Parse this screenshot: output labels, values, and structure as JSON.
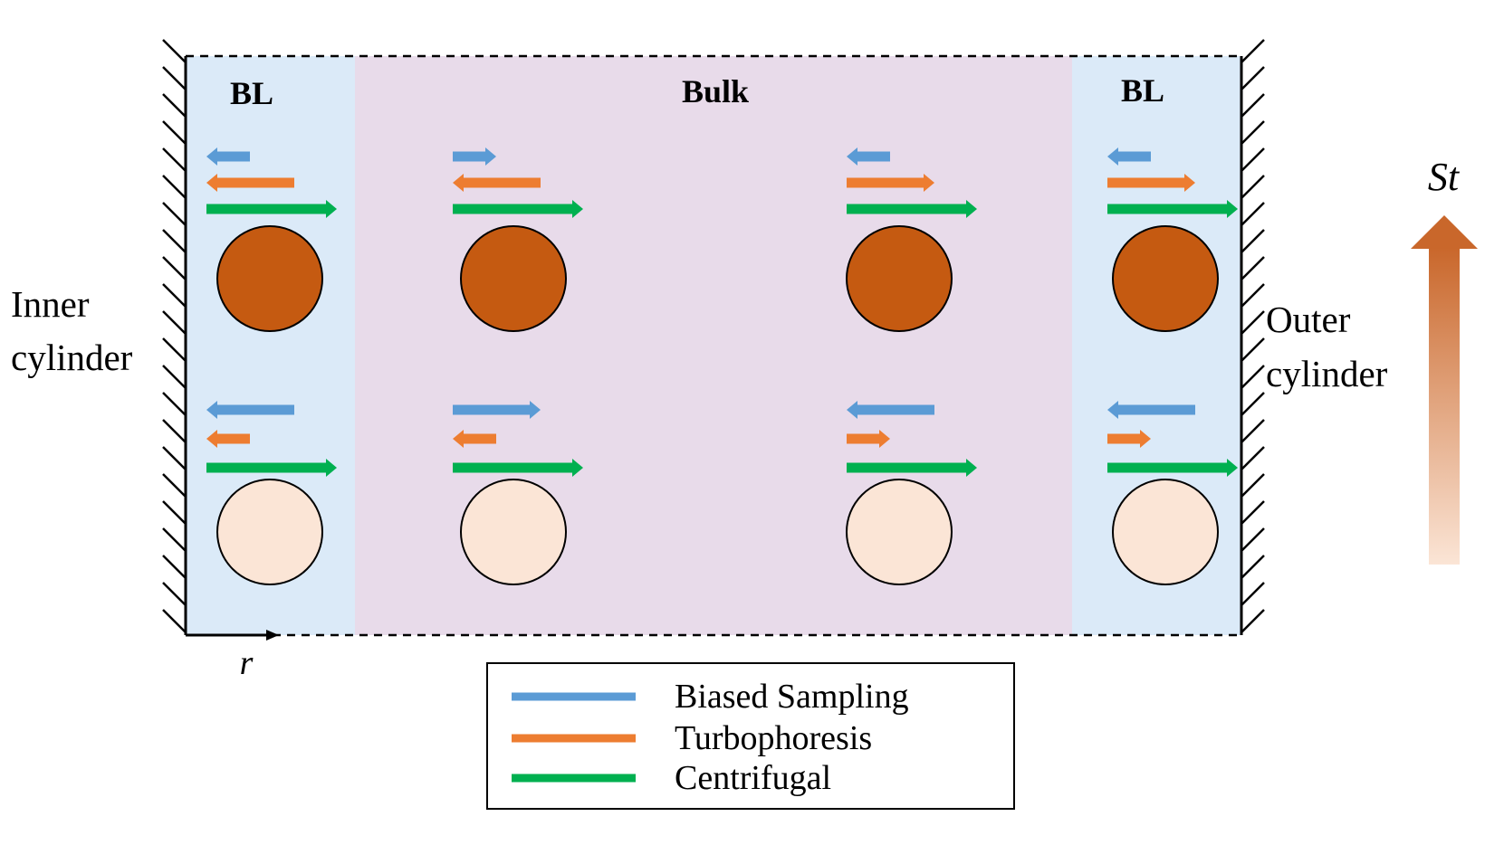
{
  "regions": {
    "bl_left": "BL",
    "bulk": "Bulk",
    "bl_right": "BL"
  },
  "walls": {
    "inner_line1": "Inner",
    "inner_line2": "cylinder",
    "outer_line1": "Outer",
    "outer_line2": "cylinder"
  },
  "axis": {
    "radial_symbol": "r"
  },
  "stokes": {
    "symbol": "St",
    "direction": "increasing-upward"
  },
  "legend": {
    "items": [
      {
        "key": "biased",
        "label": "Biased Sampling",
        "color": "#5b9bd5"
      },
      {
        "key": "turbo",
        "label": "Turbophoresis",
        "color": "#ed7d31"
      },
      {
        "key": "centri",
        "label": "Centrifugal",
        "color": "#00b050"
      }
    ]
  },
  "colors": {
    "bl_fill": "#dbeaf8",
    "bulk_fill": "#e8dbea",
    "particle_heavy": "#c55a11",
    "particle_light": "#fbe5d6",
    "st_arrow_top": "#c9672b",
    "st_arrow_bottom": "#fbe5d6"
  },
  "particles": [
    {
      "position": "inner-BL",
      "stokes": "high"
    },
    {
      "position": "bulk-inner",
      "stokes": "high"
    },
    {
      "position": "bulk-outer",
      "stokes": "high"
    },
    {
      "position": "outer-BL",
      "stokes": "high"
    },
    {
      "position": "inner-BL",
      "stokes": "low"
    },
    {
      "position": "bulk-inner",
      "stokes": "low"
    },
    {
      "position": "bulk-outer",
      "stokes": "low"
    },
    {
      "position": "outer-BL",
      "stokes": "low"
    }
  ],
  "force_arrows": [
    {
      "position": "inner-BL",
      "stokes": "high",
      "biased": "inward-short",
      "turbo": "inward-medium",
      "centri": "outward-long"
    },
    {
      "position": "bulk-inner",
      "stokes": "high",
      "biased": "outward-short",
      "turbo": "inward-medium",
      "centri": "outward-long"
    },
    {
      "position": "bulk-outer",
      "stokes": "high",
      "biased": "inward-short",
      "turbo": "outward-medium",
      "centri": "outward-long"
    },
    {
      "position": "outer-BL",
      "stokes": "high",
      "biased": "inward-short",
      "turbo": "outward-medium",
      "centri": "outward-long"
    },
    {
      "position": "inner-BL",
      "stokes": "low",
      "biased": "inward-medium",
      "turbo": "inward-short",
      "centri": "outward-long"
    },
    {
      "position": "bulk-inner",
      "stokes": "low",
      "biased": "outward-medium",
      "turbo": "inward-short",
      "centri": "outward-long"
    },
    {
      "position": "bulk-outer",
      "stokes": "low",
      "biased": "inward-medium",
      "turbo": "outward-short",
      "centri": "outward-long"
    },
    {
      "position": "outer-BL",
      "stokes": "low",
      "biased": "inward-medium",
      "turbo": "outward-short",
      "centri": "outward-long"
    }
  ]
}
